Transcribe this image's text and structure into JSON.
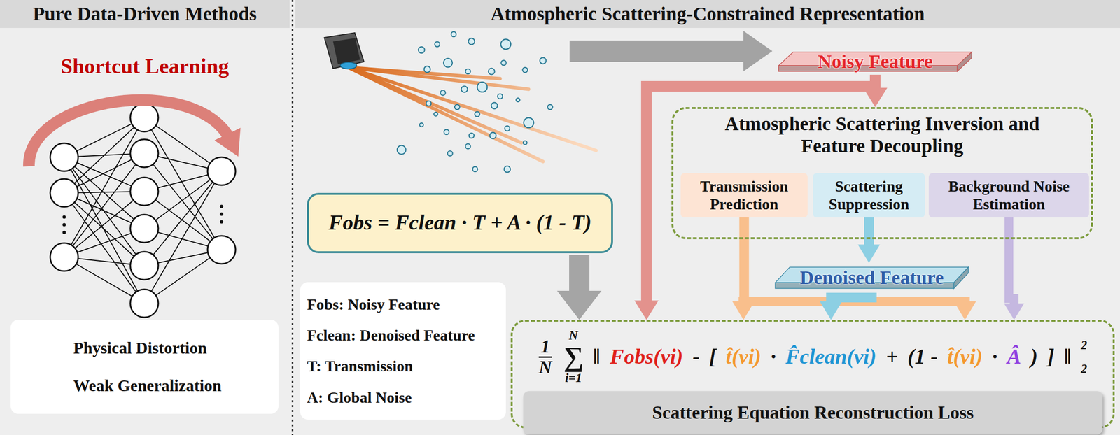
{
  "diagram": {
    "nodes": [
      {
        "text": [
          "Pure Data-Driven Methods"
        ]
      },
      {
        "text": [
          "Atmospheric Scattering-Constrained Representation"
        ]
      },
      {
        "text": [
          "Physical Distortion",
          "Weak Generalization"
        ]
      },
      {
        "text": [
          "Noisy Feature"
        ]
      },
      {
        "text": [
          "Atmospheric Scattering Inversion and Feature Decoupling"
        ]
      },
      {
        "text": [
          "Transmission Prediction"
        ],
        "in": 4
      },
      {
        "text": [
          "Scattering Suppression"
        ],
        "in": 4
      },
      {
        "text": [
          "Background Noise Estimation"
        ],
        "in": 4
      },
      {
        "text": [
          "Denoised Feature"
        ]
      },
      {
        "text": [
          "Fobs = Fclean · T + A · (1 - T)"
        ]
      },
      {
        "text": [
          "Fobs: Noisy Feature",
          "Fclean: Denoised Feature",
          "T: Transmission",
          "A: Global Noise"
        ]
      },
      {
        "text": [
          "1",
          "N",
          "N",
          "∑",
          "i=1",
          "‖",
          "Fobs(vi)",
          "-",
          "[",
          "t̂(vi)",
          "·",
          "F̂clean(vi)",
          "+",
          "(1 -",
          "t̂(vi)",
          "·",
          "Â",
          ")",
          "]",
          "‖",
          "2",
          "2"
        ]
      },
      {
        "text": [
          "Scattering Equation Reconstruction Loss"
        ],
        "in": 11
      }
    ],
    "edges": [
      {
        "from": 3,
        "to": 4,
        "arrow": "to"
      },
      {
        "from": 3,
        "to": 11,
        "arrow": "to"
      },
      {
        "from": 5,
        "to": 11,
        "arrow": "to"
      },
      {
        "from": 6,
        "to": 8,
        "arrow": "to"
      },
      {
        "from": 8,
        "to": 11,
        "arrow": "to"
      },
      {
        "from": 7,
        "to": 11,
        "arrow": "to"
      },
      {
        "from": 9,
        "to": 11,
        "arrow": "to"
      }
    ],
    "labels": [
      "Shortcut Learning"
    ]
  }
}
